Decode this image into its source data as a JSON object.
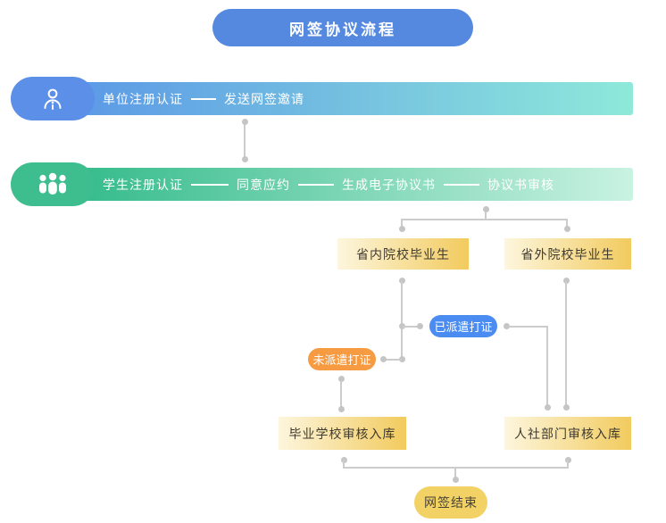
{
  "title": "网签协议流程",
  "unit_row": {
    "icon": "person-icon",
    "step1": "单位注册认证",
    "step2": "发送网签邀请"
  },
  "student_row": {
    "icon": "people-icon",
    "step1": "学生注册认证",
    "step2": "同意应约",
    "step3": "生成电子协议书",
    "step4": "协议书审核"
  },
  "branches": {
    "in_province": "省内院校毕业生",
    "out_province": "省外院校毕业生"
  },
  "tags": {
    "dispatched": "已派遣打证",
    "not_dispatched": "未派遣打证"
  },
  "storage": {
    "school": "毕业学校审核入库",
    "hr": "人社部门审核入库"
  },
  "end": "网签结束",
  "colors": {
    "title_blue": "#5589e0",
    "unit_pill_blue": "#5b8fe8",
    "unit_bar_gradient_start": "#5c9ae6",
    "unit_bar_gradient_end": "#8ee9da",
    "student_pill_green": "#3ebe8e",
    "student_bar_gradient_start": "#36bc8c",
    "student_bar_gradient_end": "#c9f2e2",
    "node_gradient_start": "#fdf6dd",
    "node_gradient_end": "#f2cb5e",
    "dispatched_blue": "#4a8cf2",
    "not_dispatched_orange": "#f79b42",
    "end_yellow": "#f2d264",
    "connector_gray": "#cccccc"
  }
}
